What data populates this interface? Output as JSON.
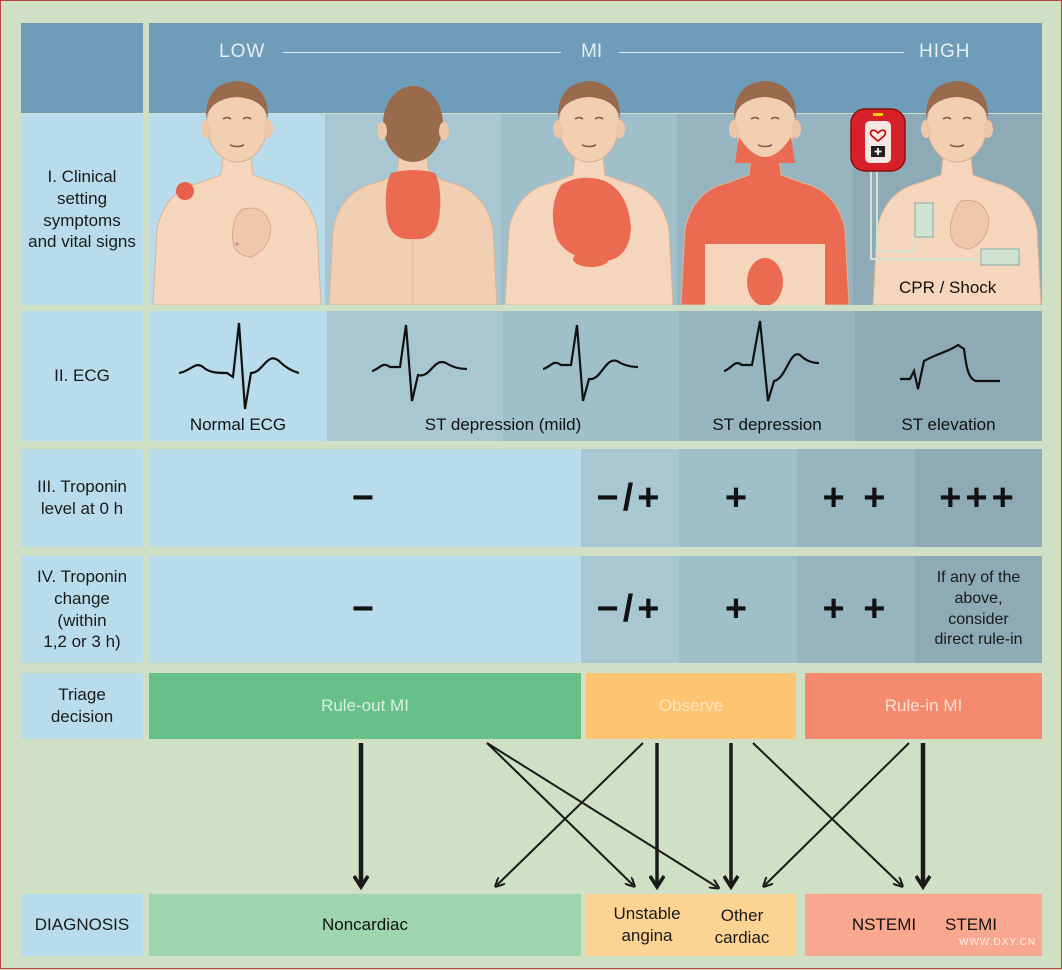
{
  "header": {
    "low": "LOW",
    "mi": "MI",
    "high": "HIGH"
  },
  "rows": {
    "clinical": "I. Clinical\nsetting\nsymptoms\nand vital signs",
    "ecg": "II. ECG",
    "troponin0": "III. Troponin\nlevel at 0 h",
    "troponin_change": "IV. Troponin\nchange\n(within\n1,2 or 3 h)",
    "triage": "Triage\ndecision",
    "diagnosis": "DIAGNOSIS"
  },
  "cpr_label": "CPR / Shock",
  "ecg_labels": {
    "normal": "Normal ECG",
    "mild": "ST depression (mild)",
    "depression": "ST depression",
    "elevation": "ST elevation"
  },
  "troponin0": [
    "−",
    "−/+",
    "+",
    "+ +",
    "+++"
  ],
  "troponin_change": [
    "−",
    "−/+",
    "+",
    "+ +"
  ],
  "troponin_change_note": "If any of the\nabove,\nconsider\ndirect rule-in",
  "triage": {
    "rule_out": "Rule-out MI",
    "observe": "Observe",
    "rule_in": "Rule-in MI"
  },
  "diagnosis": {
    "noncardiac": "Noncardiac",
    "unstable": "Unstable\nangina",
    "other": "Other\ncardiac",
    "nstemi": "NSTEMI",
    "stemi": "STEMI"
  },
  "watermark": "WWW.DXY.CN",
  "colors": {
    "rule_out": "#66c088",
    "observe": "#fdc472",
    "rule_in": "#f58b6e",
    "pain": "#ea6a52",
    "header": "#6f9cb8"
  }
}
